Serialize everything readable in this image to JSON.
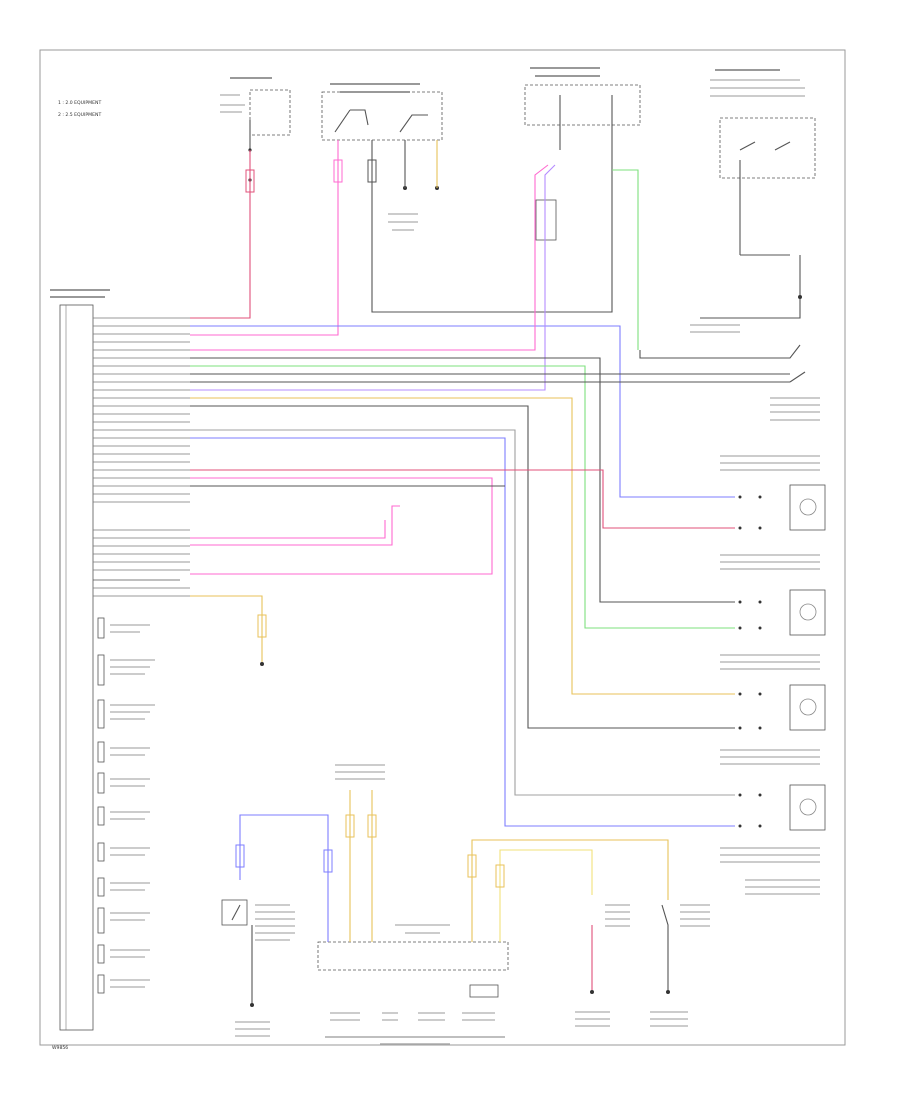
{
  "diagram": {
    "legend": [
      "1 : 2.0 EQUIPMENT",
      "2 : 2.5 EQUIPMENT"
    ],
    "footer_code": "W9856",
    "colors": {
      "frame": "#9a9a9a",
      "black_wire": "#555555",
      "red_wire": "#e0507a",
      "pink_wire": "#ff6ad0",
      "blue_wire": "#7d7dff",
      "violet_wire": "#b58cff",
      "green_wire": "#7ee07e",
      "yellow_wire": "#e8c25a",
      "gray_wire": "#a0a0a0"
    }
  }
}
